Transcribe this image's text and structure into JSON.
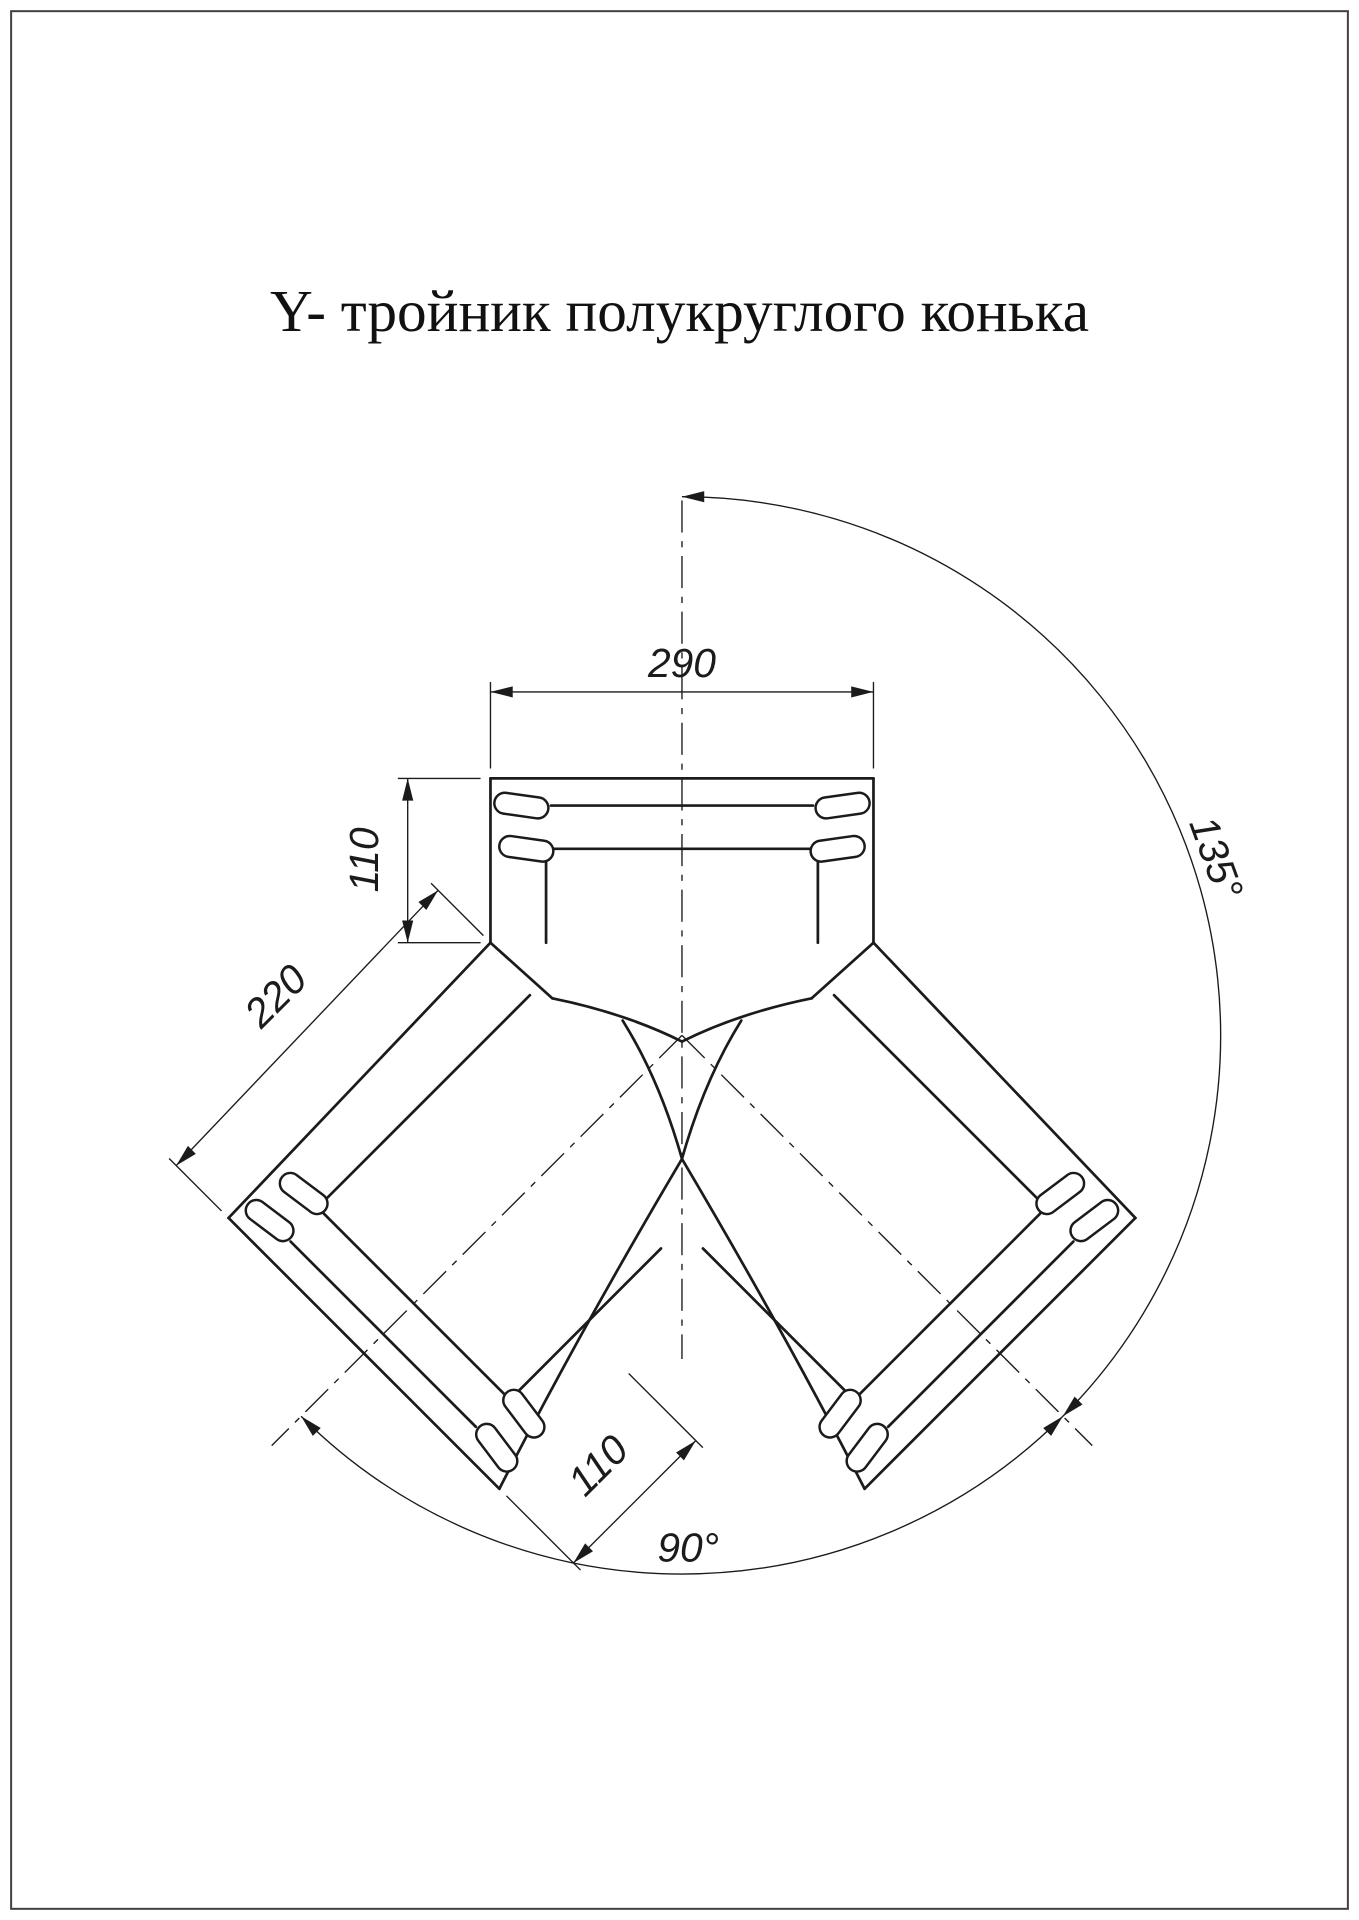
{
  "page": {
    "background": "#ffffff",
    "border_color": "#3f3f3f"
  },
  "title": {
    "text": "Y- тройник полукруглого конька"
  },
  "drawing": {
    "line_color": "#1b1b1b",
    "dimensions": {
      "top_width": "290",
      "side_height": "110",
      "branch_length": "220",
      "end_length": "110",
      "angle_right": "135°",
      "angle_bottom": "90°"
    }
  }
}
